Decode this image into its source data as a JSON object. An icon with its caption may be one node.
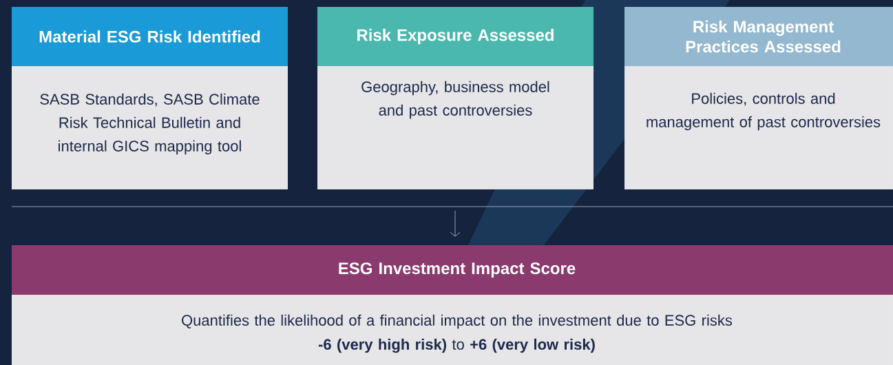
{
  "diagram": {
    "nodes": [
      {
        "text": [
          "Material ESG Risk Identified",
          "SASB Standards, SASB Climate Risk Technical Bulletin and internal GICS mapping tool"
        ]
      },
      {
        "text": [
          "Risk Exposure Assessed",
          "Geography, business model and past controversies"
        ]
      },
      {
        "text": [
          "Risk Management Practices Assessed",
          "Policies, controls and management of past controversies"
        ]
      },
      {
        "text": [
          "ESG Investment Impact Score",
          "Quantifies the likelihood of a financial impact on the investment due to ESG risks",
          "**-6 (very high risk)** to **+6 (very low risk)**"
        ]
      }
    ],
    "edges": [
      {
        "from": null,
        "to": 3,
        "arrow": "to"
      }
    ]
  }
}
